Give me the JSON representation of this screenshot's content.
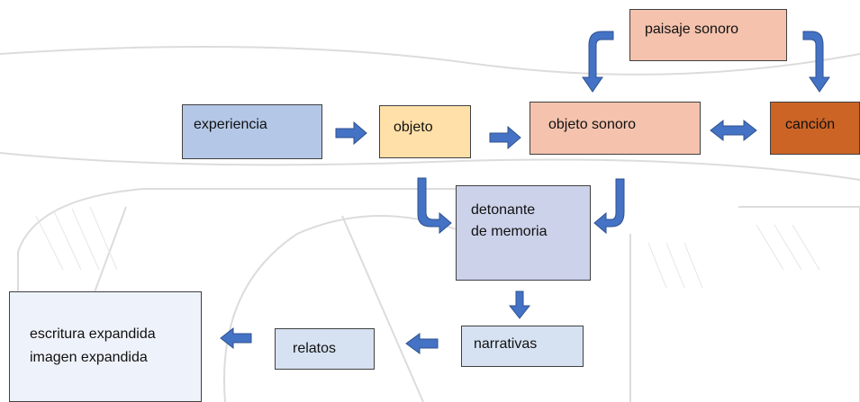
{
  "nodes": {
    "experiencia": "experiencia",
    "objeto": "objeto",
    "objeto_sonoro": "objeto sonoro",
    "cancion": "canción",
    "paisaje_sonoro": "paisaje sonoro",
    "detonante": [
      "detonante",
      "de memoria"
    ],
    "narrativas": "narrativas",
    "relatos": "relatos",
    "escritura": [
      "escritura expandida",
      "imagen expandida"
    ]
  },
  "colors": {
    "arrow": "#4472c4",
    "arrow_outline": "#2f528f",
    "experiencia": "#b4c7e7",
    "objeto": "#ffe0a8",
    "objeto_sonoro": "#f4c2ad",
    "cancion": "#cc6426",
    "paisaje_sonoro": "#f4c2ad",
    "detonante": "#ccd2ea",
    "narrativas": "#d6e2f2",
    "relatos": "#d6e2f2",
    "escritura": "#eef2fa"
  },
  "background": "pencil-sketch-watermark"
}
